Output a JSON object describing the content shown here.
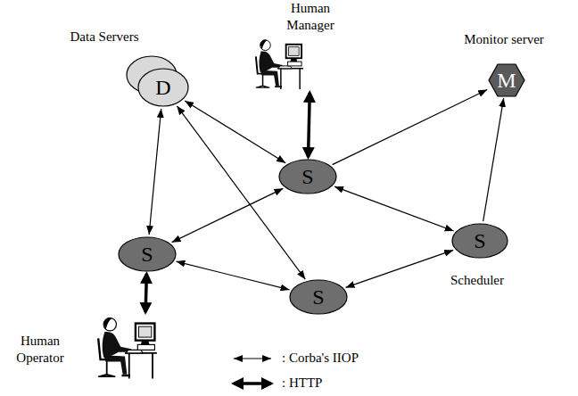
{
  "diagram": {
    "nodes": [
      {
        "text": [
          "Data Servers",
          "D"
        ]
      },
      {
        "text": [
          "Human Manager"
        ]
      },
      {
        "text": [
          "Monitor server",
          "M"
        ]
      },
      {
        "text": [
          "S"
        ]
      },
      {
        "text": [
          "S"
        ]
      },
      {
        "text": [
          "S",
          "Scheduler"
        ]
      },
      {
        "text": [
          "S"
        ]
      },
      {
        "text": [
          "Human Operator"
        ]
      }
    ],
    "edges": [
      {
        "from": 0,
        "to": 3,
        "arrow": "both"
      },
      {
        "from": 0,
        "to": 4,
        "arrow": "both"
      },
      {
        "from": 0,
        "to": 6,
        "arrow": "both"
      },
      {
        "from": 1,
        "to": 3,
        "arrow": "both"
      },
      {
        "from": 3,
        "to": 2,
        "arrow": "to"
      },
      {
        "from": 3,
        "to": 5,
        "arrow": "both"
      },
      {
        "from": 3,
        "to": 4,
        "arrow": "both"
      },
      {
        "from": 5,
        "to": 2,
        "arrow": "to"
      },
      {
        "from": 4,
        "to": 6,
        "arrow": "both"
      },
      {
        "from": 6,
        "to": 5,
        "arrow": "both"
      },
      {
        "from": 4,
        "to": 7,
        "arrow": "both"
      }
    ],
    "legend": [
      {
        "text": ": Corba's IIOP"
      },
      {
        "text": ": HTTP"
      }
    ]
  }
}
